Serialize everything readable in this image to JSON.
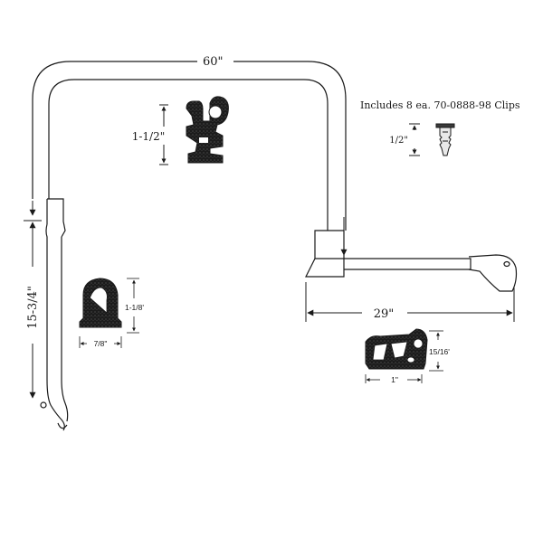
{
  "diagram": {
    "note": "Includes 8 ea. 70-0888-98 Clips",
    "dimensions": {
      "top_width": "60\"",
      "main_profile_height": "1-1/2\"",
      "clip_height": "1/2\"",
      "left_length": "15-3/4\"",
      "small_profile_height": "1-1/8'",
      "small_profile_width": "7/8\"",
      "lower_length": "29\"",
      "right_profile_height": "15/16'",
      "right_profile_width": "1\""
    },
    "colors": {
      "line": "#1a1a1a",
      "seal_fill": "#1c1c1c"
    }
  }
}
